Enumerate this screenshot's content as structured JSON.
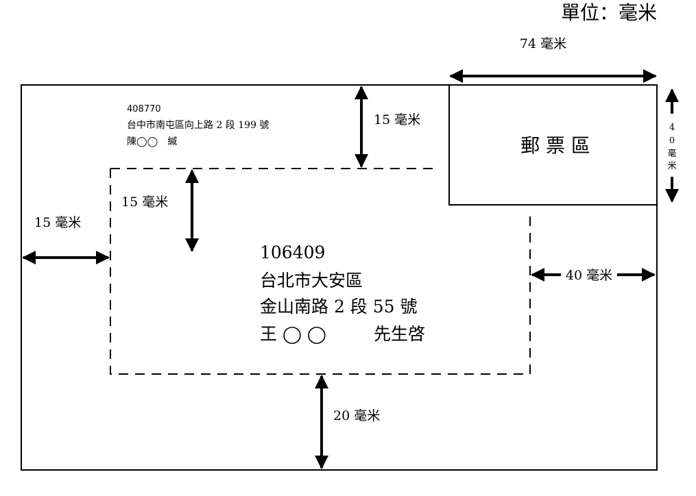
{
  "unit_label": "單位：毫米",
  "sender": {
    "postcode": "408770",
    "address": "台中市南屯區向上路 2 段 199 號",
    "name": "陳◯◯　緘"
  },
  "recipient": {
    "postcode": "106409",
    "address_line1": "台北市大安區",
    "address_line2": "金山南路 2 段 55 號",
    "name": "王 ◯ ◯",
    "honorific": "先生啓"
  },
  "stamp_area": {
    "label": "郵 票 區"
  },
  "dimensions": {
    "stamp_width": "74 毫米",
    "stamp_height_chars": [
      "4",
      "0",
      "毫",
      "米"
    ],
    "top_margin": "15 毫米",
    "sender_gap": "15 毫米",
    "left_margin": "15 毫米",
    "right_margin": "40 毫米",
    "bottom_margin": "20 毫米"
  }
}
